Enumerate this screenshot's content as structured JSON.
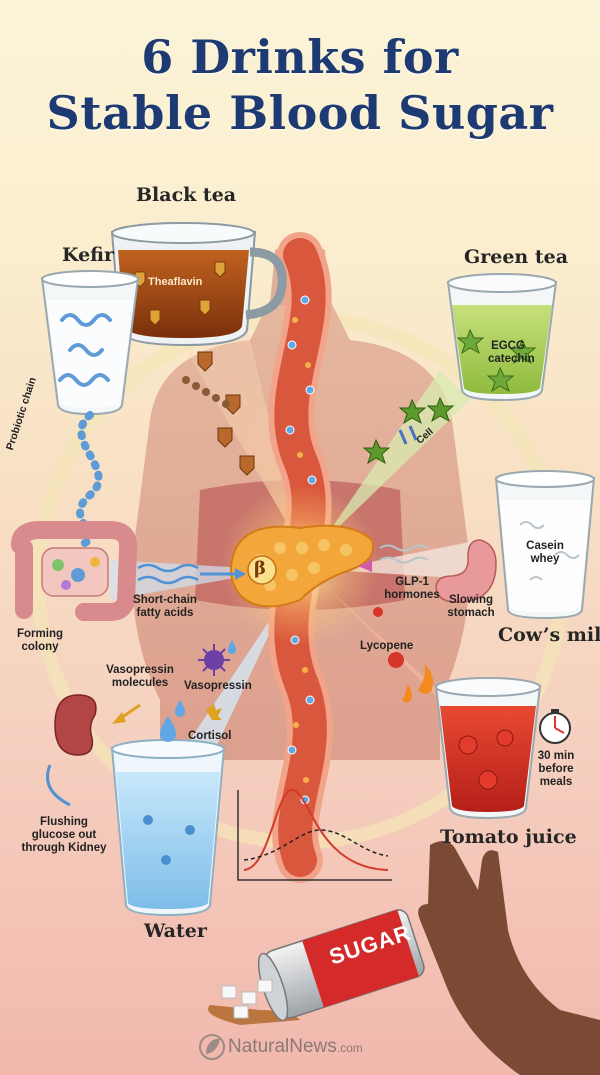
{
  "title_line1": "6 Drinks for",
  "title_line2": "Stable Blood Sugar",
  "drinks": {
    "black_tea": "Black tea",
    "kefir": "Kefir",
    "green_tea": "Green tea",
    "cows_milk": "Cow’s milk",
    "tomato_juice": "Tomato juice",
    "water": "Water"
  },
  "labels": {
    "theaflavin": "Theaflavin",
    "egcg_line1": "EGCG",
    "egcg_line2": "catechin",
    "cell": "Cell",
    "probiotic_chain": "Probiotic chain",
    "forming_colony_1": "Forming",
    "forming_colony_2": "colony",
    "scfa_1": "Short-chain",
    "scfa_2": "fatty acids",
    "beta": "β",
    "glp1_1": "GLP-1",
    "glp1_2": "hormones",
    "slowing_1": "Slowing",
    "slowing_2": "stomach",
    "casein_1": "Casein",
    "casein_2": "whey",
    "lycopene": "Lycopene",
    "vaso_mol_1": "Vasopressin",
    "vaso_mol_2": "molecules",
    "vasopressin": "Vasopressin",
    "cortisol": "Cortisol",
    "time_1": "30 min",
    "time_2": "before",
    "time_3": "meals",
    "flush_1": "Flushing",
    "flush_2": "glucose out",
    "flush_3": "through Kidney",
    "sugar": "SUGAR"
  },
  "brand": {
    "name": "NaturalNews",
    "suffix": ".com"
  },
  "icons": [
    "black-tea-mug-icon",
    "kefir-glass-icon",
    "green-tea-glass-icon",
    "milk-glass-icon",
    "tomato-juice-glass-icon",
    "water-glass-icon",
    "pancreas-icon",
    "blood-vessel-icon",
    "intestine-icon",
    "kidney-icon",
    "stomach-icon",
    "timer-icon",
    "sugar-can-icon",
    "hand-icon",
    "leaf-logo-icon"
  ],
  "colors": {
    "title": "#1d3a73",
    "pancreas": "#f3a63a",
    "vessel": "#d9573c",
    "green_tea": "#a7cc55",
    "tomato": "#d8352a",
    "water": "#9fd0f0",
    "black_tea": "#a64c16"
  }
}
